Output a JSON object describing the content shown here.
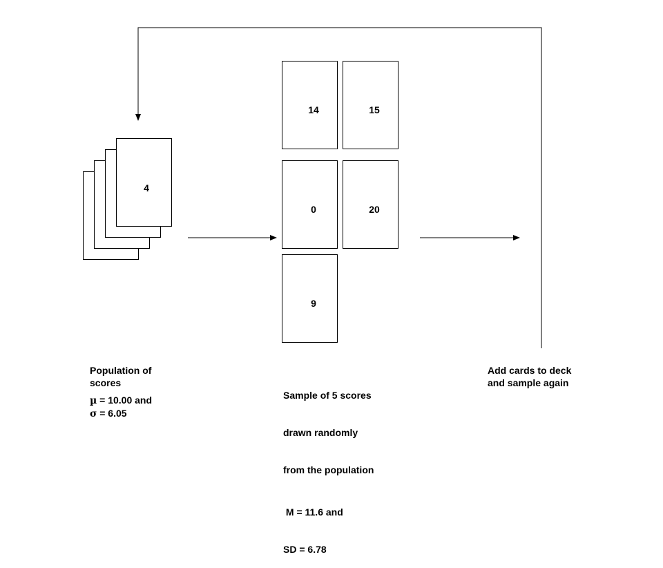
{
  "population": {
    "deck_top_value": "4",
    "caption_line1": "Population of",
    "caption_line2": "scores",
    "mu_symbol": "µ",
    "mu_text": " =  10.00 and",
    "sigma_symbol": "σ",
    "sigma_text": " = 6.05"
  },
  "sample": {
    "cards": [
      "14",
      "15",
      "0",
      "20",
      "9"
    ],
    "caption_line1": "Sample of 5 scores",
    "caption_line2": "drawn randomly",
    "caption_line3": "from the population",
    "mean_text": " M = 11.6 and",
    "sd_text": "SD = 6.78"
  },
  "resample": {
    "caption_line1": "Add cards to deck",
    "caption_line2": "and sample again"
  },
  "colors": {
    "stroke": "#000000",
    "background": "#ffffff"
  }
}
